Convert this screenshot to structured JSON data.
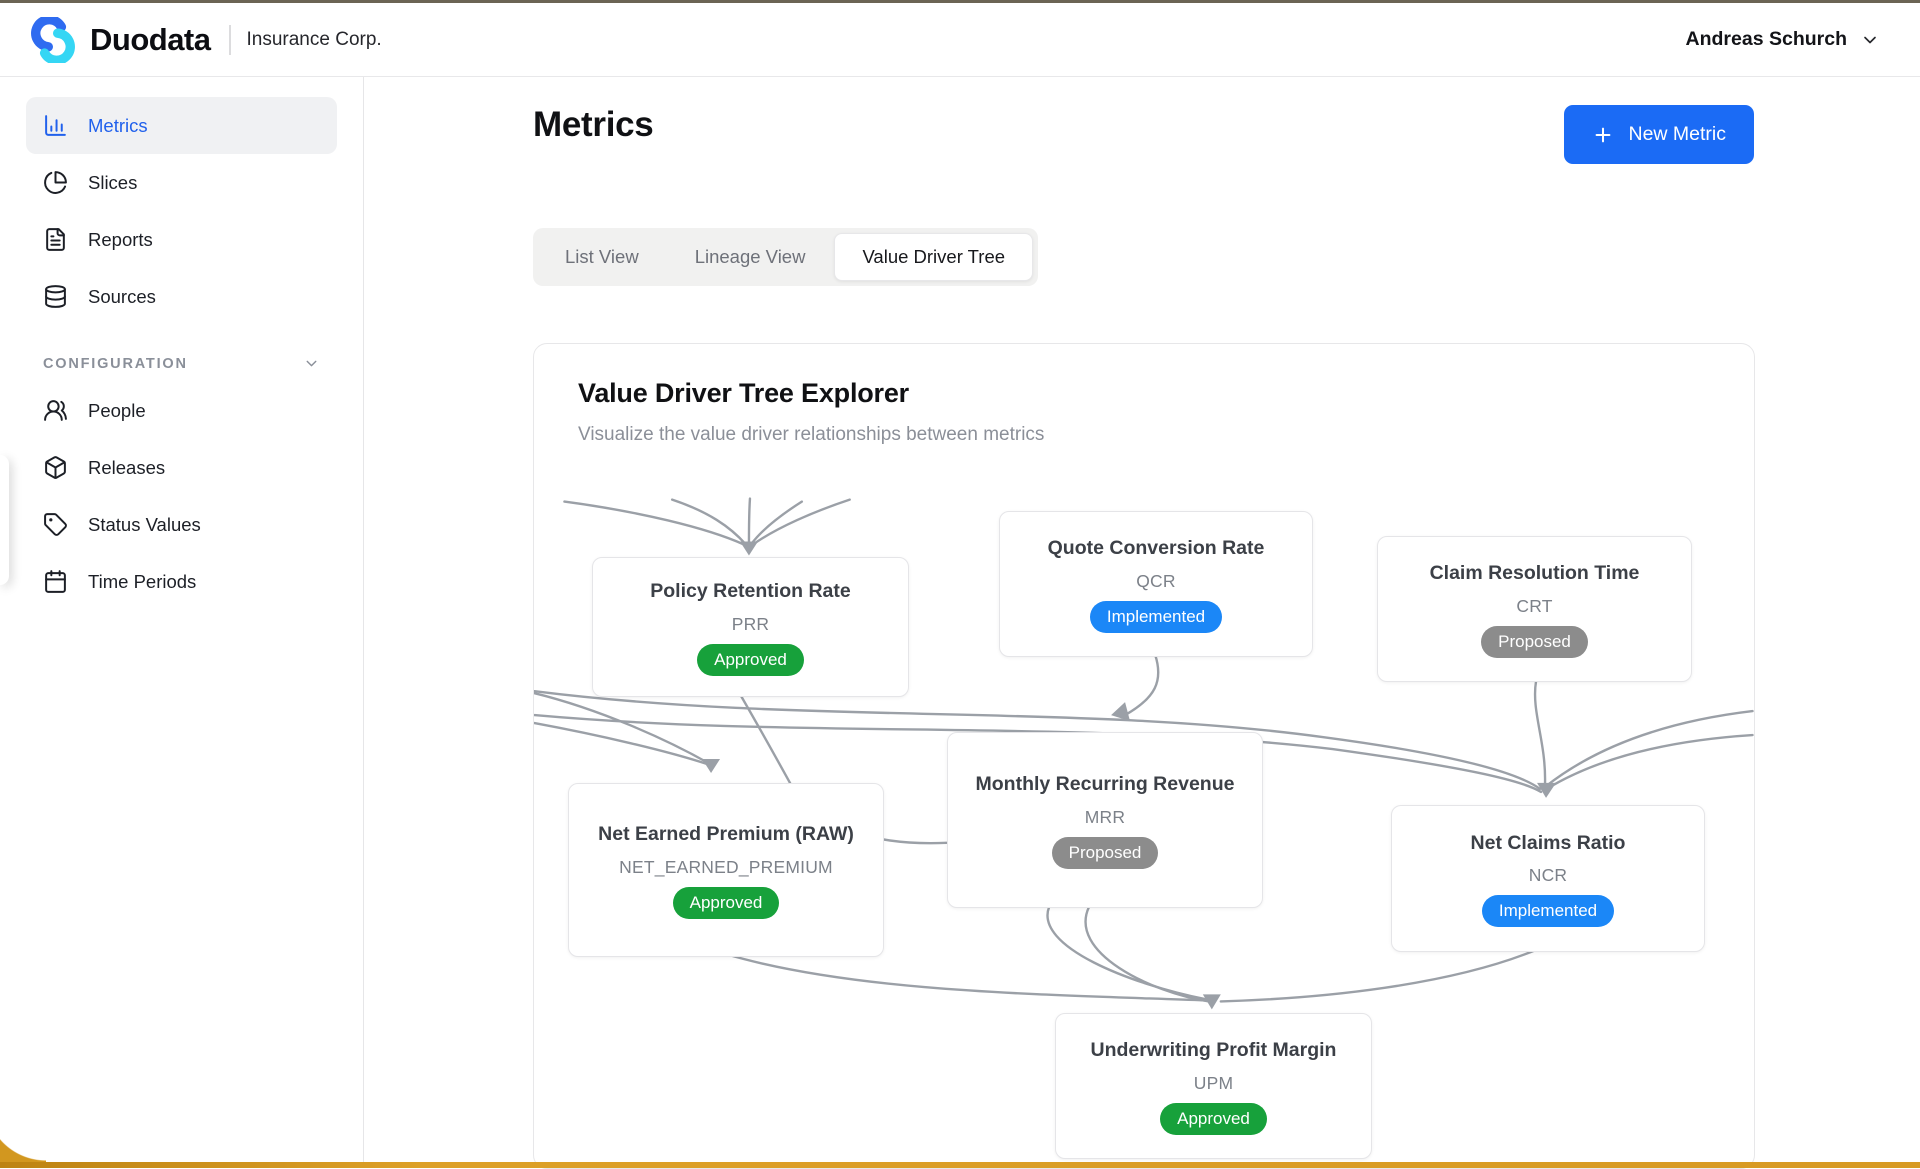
{
  "header": {
    "brand": "Duodata",
    "tenant": "Insurance Corp.",
    "user": "Andreas Schurch"
  },
  "sidebar": {
    "items": [
      {
        "label": "Metrics",
        "icon": "bar-chart-icon",
        "active": true
      },
      {
        "label": "Slices",
        "icon": "pie-chart-icon",
        "active": false
      },
      {
        "label": "Reports",
        "icon": "file-text-icon",
        "active": false
      },
      {
        "label": "Sources",
        "icon": "database-icon",
        "active": false
      }
    ],
    "section_label": "CONFIGURATION",
    "config_items": [
      {
        "label": "People",
        "icon": "users-icon"
      },
      {
        "label": "Releases",
        "icon": "package-icon"
      },
      {
        "label": "Status Values",
        "icon": "tag-icon"
      },
      {
        "label": "Time Periods",
        "icon": "calendar-icon"
      }
    ]
  },
  "page": {
    "title": "Metrics",
    "new_metric_label": "New Metric",
    "tabs": [
      {
        "label": "List View",
        "active": false
      },
      {
        "label": "Lineage View",
        "active": false
      },
      {
        "label": "Value Driver Tree",
        "active": true
      }
    ]
  },
  "explorer": {
    "title": "Value Driver Tree Explorer",
    "subtitle": "Visualize the value driver relationships between metrics"
  },
  "nodes": [
    {
      "title": "Policy Retention Rate",
      "code": "PRR",
      "status": "Approved",
      "status_type": "approved"
    },
    {
      "title": "Quote Conversion Rate",
      "code": "QCR",
      "status": "Implemented",
      "status_type": "implemented"
    },
    {
      "title": "Claim Resolution Time",
      "code": "CRT",
      "status": "Proposed",
      "status_type": "proposed"
    },
    {
      "title": "Net Earned Premium (RAW)",
      "code": "NET_EARNED_PREMIUM",
      "status": "Approved",
      "status_type": "approved"
    },
    {
      "title": "Monthly Recurring Revenue",
      "code": "MRR",
      "status": "Proposed",
      "status_type": "proposed"
    },
    {
      "title": "Net Claims Ratio",
      "code": "NCR",
      "status": "Implemented",
      "status_type": "implemented"
    },
    {
      "title": "Underwriting Profit Margin",
      "code": "UPM",
      "status": "Approved",
      "status_type": "approved"
    }
  ],
  "colors": {
    "accent": "#1b6bf5",
    "approved": "#17a13b",
    "implemented": "#1b87f7",
    "proposed": "#8c8c8c",
    "edge": "#9ba0a7",
    "frame_gold": "#d79a23"
  }
}
